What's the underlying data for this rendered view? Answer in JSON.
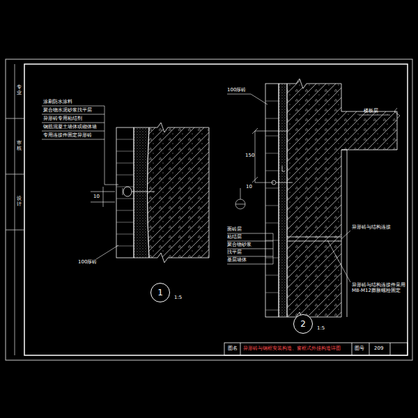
{
  "diagram": {
    "nodes": [
      {
        "text": [
          "1"
        ]
      },
      {
        "text": [
          "2"
        ]
      }
    ],
    "labels": [
      "专业",
      "审核",
      "设计",
      "涂刷防水涂料",
      "聚合物水泥砂浆找平层",
      "异形砖专用粘结剂",
      "钢筋混凝土墙体或砌体墙",
      "专用连接件固定异形砖",
      "10",
      "100厚砖",
      "1:5",
      "100厚砖",
      "楼板层",
      "150",
      "10",
      "面砖层",
      "粘结层",
      "聚合物砂浆",
      "找平层",
      "基层墙体",
      "异形砖与结构连接",
      "异形砖与结构连接件采用M8-M12膨胀螺栓固定",
      "1:5",
      "图名",
      "异形砖与钢框安装构造、窗框式外挂构造详图",
      "图号",
      "209"
    ]
  }
}
